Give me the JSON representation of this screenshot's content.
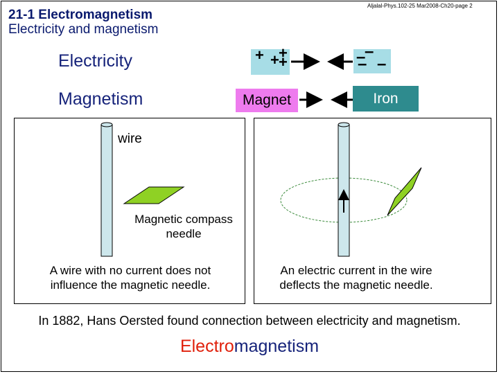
{
  "header": {
    "title": "21-1 Electromagnetism",
    "subtitle": "Electricity and magnetism",
    "note": "Aljalal-Phys.102-25 Mar2008-Ch20-page 2"
  },
  "rows": {
    "electricity_label": "Electricity",
    "magnetism_label": "Magnetism",
    "magnet_box": "Magnet",
    "iron_box": "Iron"
  },
  "diagram": {
    "wire_label": "wire",
    "compass_label": "Magnetic compass needle",
    "left_caption": "A wire with no current does not influence the magnetic needle.",
    "right_caption": "An electric current in the wire deflects the magnetic needle."
  },
  "footer": {
    "text": "In 1882, Hans Oersted found connection between electricity and magnetism.",
    "electro": "Electro",
    "magnetism": "magnetism"
  },
  "colors": {
    "title": "#0a1a6e",
    "accent_red": "#e0200b",
    "magnet": "#ee7bee",
    "iron": "#2e8b8e",
    "charge_box": "#a7dde6",
    "needle": "#8fd124"
  }
}
